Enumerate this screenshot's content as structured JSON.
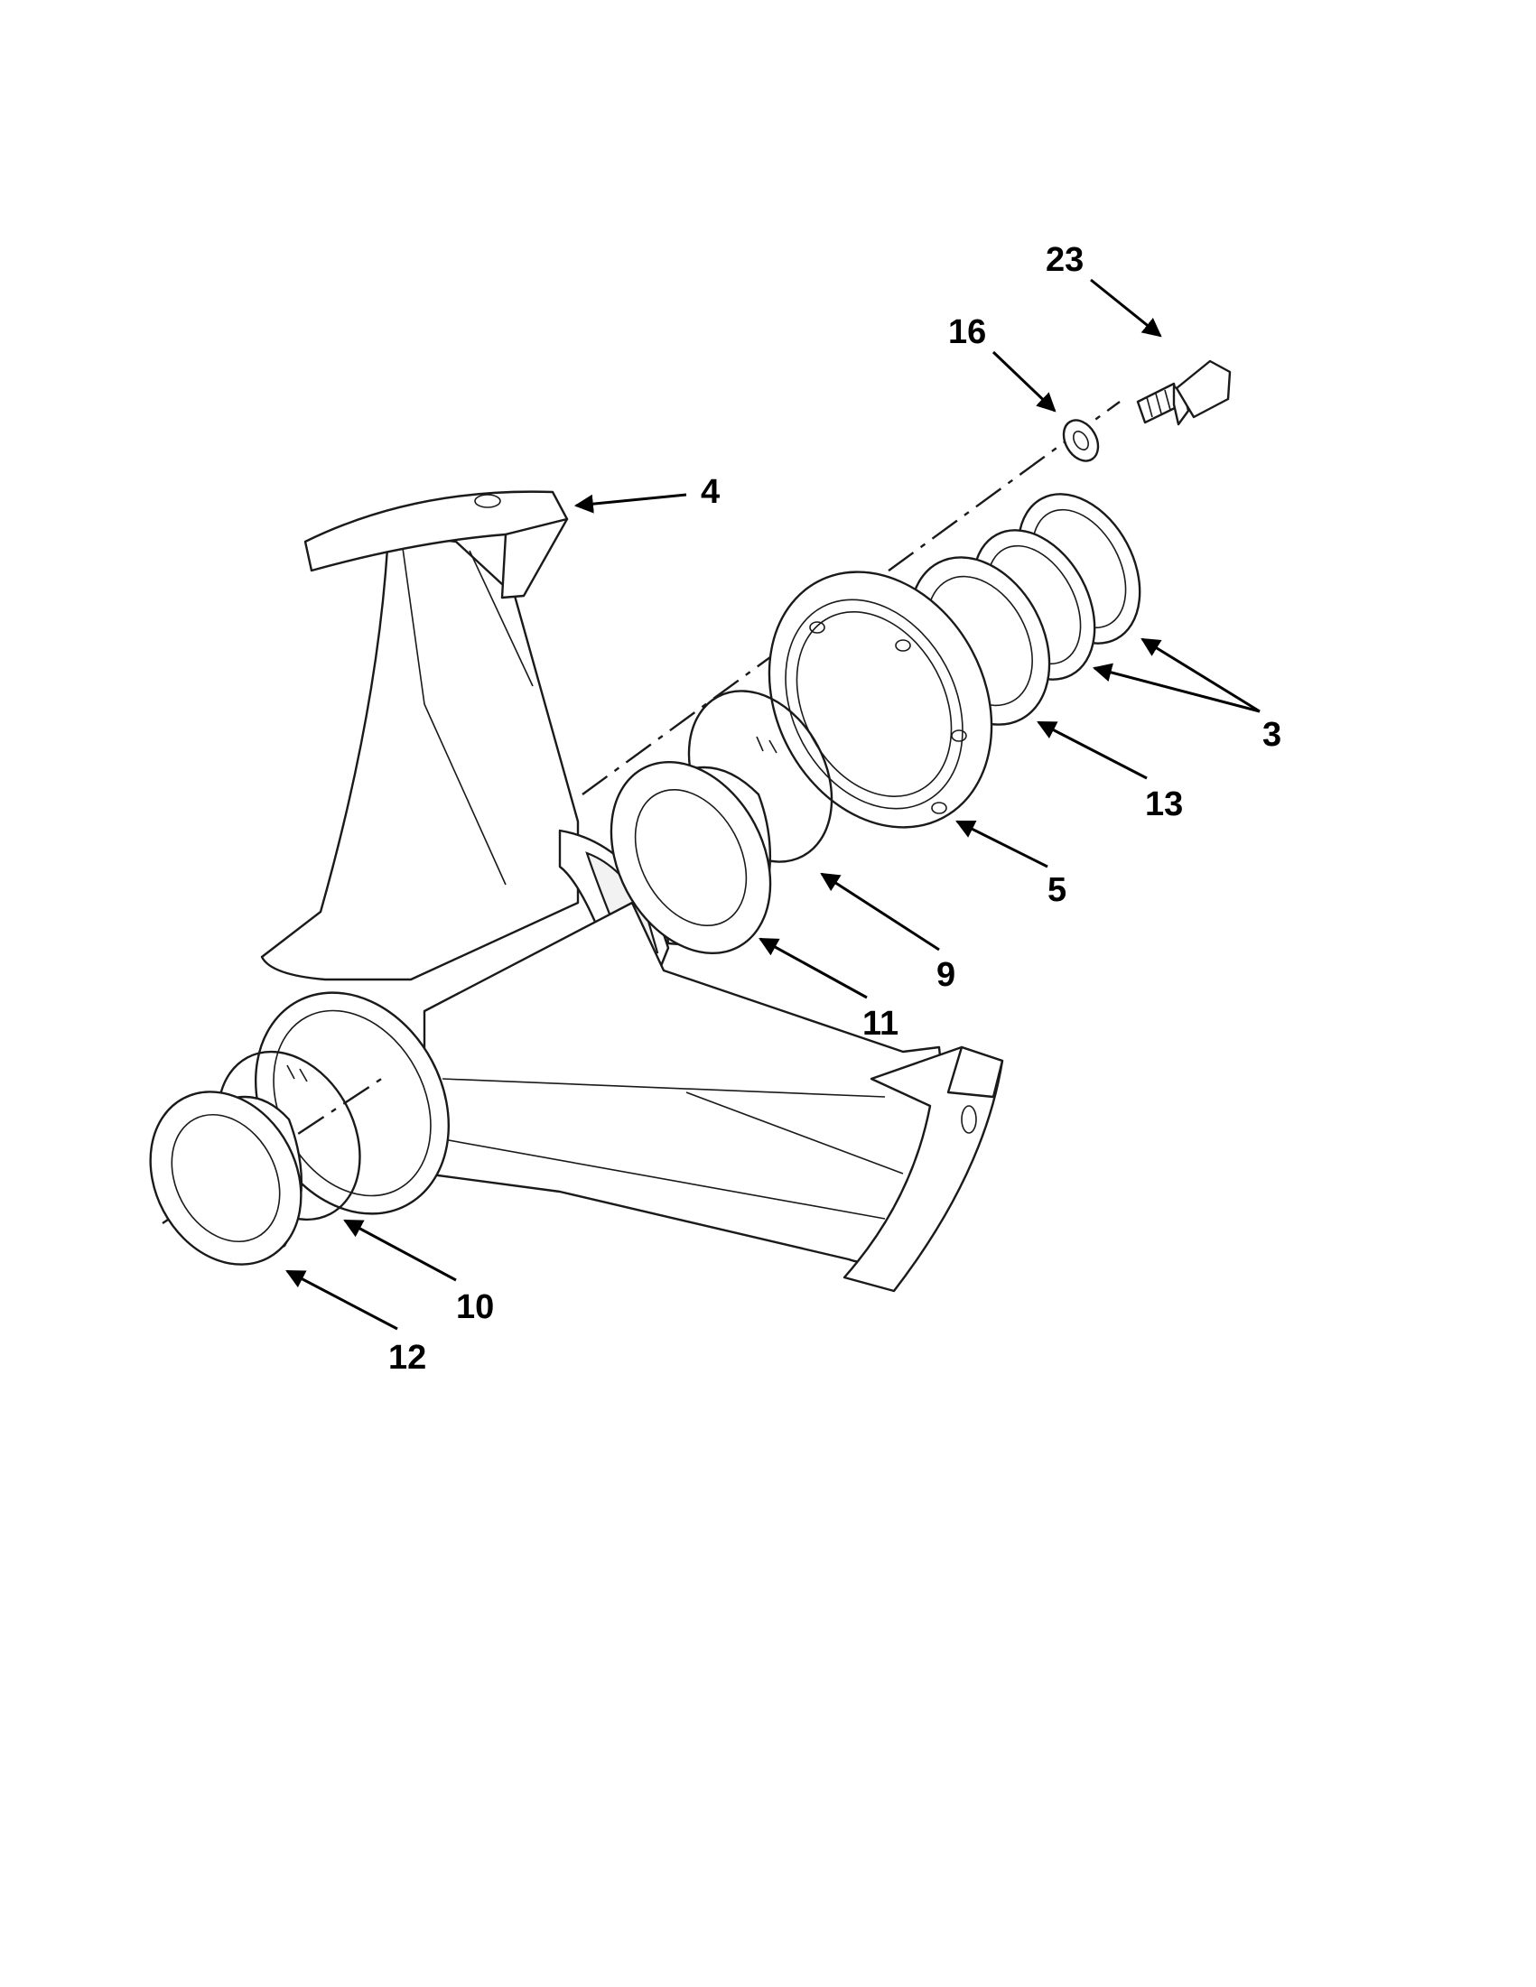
{
  "callouts": [
    {
      "id": "3",
      "text": "3"
    },
    {
      "id": "4",
      "text": "4"
    },
    {
      "id": "5",
      "text": "5"
    },
    {
      "id": "9",
      "text": "9"
    },
    {
      "id": "10",
      "text": "10"
    },
    {
      "id": "11",
      "text": "11"
    },
    {
      "id": "12",
      "text": "12"
    },
    {
      "id": "13",
      "text": "13"
    },
    {
      "id": "16",
      "text": "16"
    },
    {
      "id": "23",
      "text": "23"
    }
  ]
}
